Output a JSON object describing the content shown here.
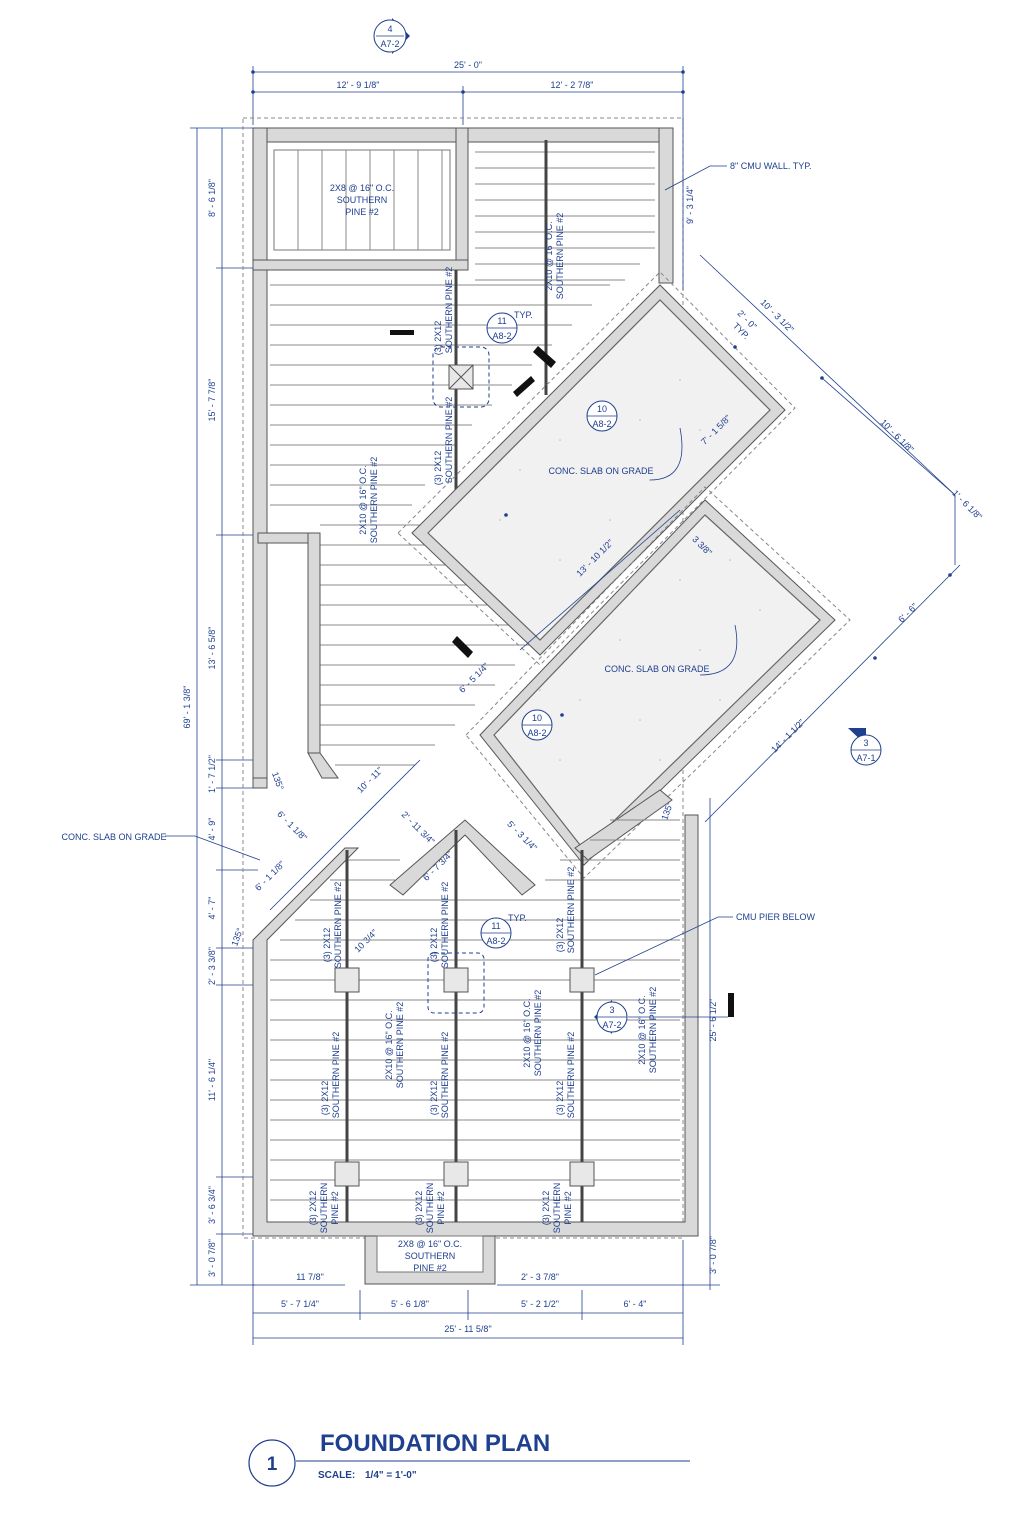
{
  "drawing": {
    "title": "FOUNDATION PLAN",
    "scale_label": "SCALE:",
    "scale_value": "1/4\" = 1'-0\"",
    "number": "1"
  },
  "top_dims": {
    "overall": "25' - 0\"",
    "left": "12' - 9 1/8\"",
    "right": "12' - 2 7/8\""
  },
  "left_dims": {
    "overall": "69' - 1 3/8\"",
    "d1": "8' - 6 1/8\"",
    "d2": "15' - 7 7/8\"",
    "d3": "13' - 6 5/8\"",
    "d4": "1' - 7 1/2\"",
    "d5": "4' - 9\"",
    "d6": "4' - 7\"",
    "d7": "2' - 3 3/8\"",
    "d8": "11' - 6 1/4\"",
    "d9": "3' - 6 3/4\"",
    "d10": "3' - 0 7/8\""
  },
  "right_dims": {
    "top": "9' - 3 1/4\"",
    "mid": "25' - 6 1/2\"",
    "bottom": "3' - 0 7/8\""
  },
  "diag_dims": {
    "a": "2' - 0\"",
    "a_typ": "TYP.",
    "b": "10' - 3 1/2\"",
    "c": "10' - 6 1/8\"",
    "d": "1' - 6 1/8\"",
    "e": "6' - 6\"",
    "f": "14' - 1 1/2\"",
    "g": "7' - 1 5/8\"",
    "h": "13' - 10 1/2\"",
    "i": "3 3/8\"",
    "j": "6' - 5 1/4\"",
    "k": "10' - 11\"",
    "l": "6' - 1 1/8\"",
    "m": "6' - 1 1/8\"",
    "n": "10 3/4\"",
    "o": "2' - 11 3/4\"",
    "p": "6' - 7 3/4\"",
    "q": "5' - 3 1/4\"",
    "ang1": "135°",
    "ang2": "135°",
    "ang3": "135°"
  },
  "bottom_dims": {
    "a": "11 7/8\"",
    "b": "2' - 3 7/8\"",
    "c1": "5' - 7 1/4\"",
    "c2": "5' - 6 1/8\"",
    "c3": "5' - 2 1/2\"",
    "c4": "6' - 4\"",
    "overall": "25' - 11 5/8\""
  },
  "notes": {
    "joist_top_left": [
      "2X8 @ 16\" O.C.",
      "SOUTHERN",
      "PINE #2"
    ],
    "joist_top_right": [
      "2X10 @ 16\" O.C.",
      "SOUTHERN PINE #2"
    ],
    "beam_upper_a": [
      "(3) 2X12",
      "SOUTHERN PINE #2"
    ],
    "beam_upper_b": [
      "(3) 2X12",
      "SOUTHERN PINE #2"
    ],
    "joist_upper_mid": [
      "2X10 @ 16\" O.C.",
      "SOUTHERN PINE #2"
    ],
    "cmu_wall": "8\" CMU WALL. TYP.",
    "slab1": "CONC. SLAB ON GRADE",
    "slab2": "CONC. SLAB ON GRADE",
    "slab_left": "CONC. SLAB ON GRADE",
    "cmu_pier": "CMU PIER BELOW",
    "typ": "TYP.",
    "typ2": "TYP.",
    "lower_beam1": [
      "(3) 2X12",
      "SOUTHERN PINE #2"
    ],
    "lower_beam2": [
      "(3) 2X12",
      "SOUTHERN PINE #2"
    ],
    "lower_beam3": [
      "(3) 2X12",
      "SOUTHERN PINE #2"
    ],
    "lower_joist1": [
      "2X10 @ 16\" O.C.",
      "SOUTHERN PINE #2"
    ],
    "lower_joist2": [
      "2X10 @ 16\" O.C.",
      "SOUTHERN PINE #2"
    ],
    "lower_joist3": [
      "2X10 @ 16\" O.C.",
      "SOUTHERN PINE #2"
    ],
    "lower_beam4": [
      "(3) 2X12",
      "SOUTHERN PINE #2"
    ],
    "lower_beam5": [
      "(3) 2X12",
      "SOUTHERN PINE #2"
    ],
    "lower_beam6": [
      "(3) 2X12",
      "SOUTHERN PINE #2"
    ],
    "bot_beam1": [
      "(3) 2X12",
      "SOUTHERN",
      "PINE #2"
    ],
    "bot_beam2": [
      "(3) 2X12",
      "SOUTHERN",
      "PINE #2"
    ],
    "bot_beam3": [
      "(3) 2X12",
      "SOUTHERN",
      "PINE #2"
    ],
    "bot_joist": [
      "2X8 @ 16\" O.C.",
      "SOUTHERN",
      "PINE #2"
    ]
  },
  "bubbles": {
    "sec_top": {
      "num": "4",
      "ref": "A7-2"
    },
    "sec_right": {
      "num": "3",
      "ref": "A7-1"
    },
    "sec_mid": {
      "num": "3",
      "ref": "A7-2"
    },
    "det1": {
      "num": "11",
      "ref": "A8-2"
    },
    "det2": {
      "num": "10",
      "ref": "A8-2"
    },
    "det3": {
      "num": "10",
      "ref": "A8-2"
    },
    "det4": {
      "num": "11",
      "ref": "A8-2"
    }
  },
  "colors": {
    "ink": "#1f3f8f",
    "wall": "#d9d9d9",
    "line": "#555555"
  }
}
